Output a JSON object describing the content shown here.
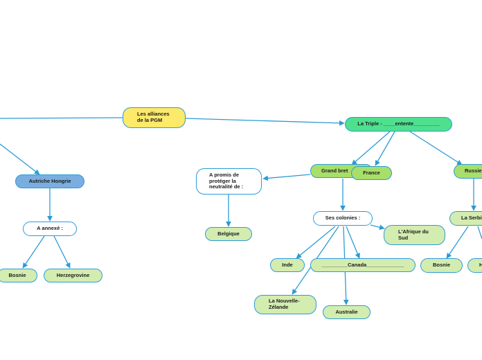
{
  "colors": {
    "edge": "#2b9bd6",
    "node_border": "#2b9bd6",
    "root_fill": "#fde96a",
    "triple_fill": "#4ee08f",
    "country_fill": "#a8de6a",
    "leaf_fill": "#d3ecb0",
    "austria_fill": "#7aaee0",
    "white_fill": "#ffffff"
  },
  "nodes": {
    "root": "Les alliances\nde la PGM",
    "triple": "La Triple - ____entente_________",
    "austria": "Autriche Hongrie",
    "annexe": "A annexé :",
    "bosnie_left": "Bosnie",
    "herzegovine": "Herzegrovine",
    "promis": "A promis de\nprotéger la\nneutralité de :",
    "belgique": "Belgique",
    "gb": "Grand bret",
    "france": "France",
    "russie": "Russie",
    "colonies": "Ses colonies :",
    "afrique": "L'Afrique du\nSud",
    "inde": "Inde",
    "canada": "_________Canada_____________",
    "nz": "La Nouvelle-\nZélande",
    "australie": "Australie",
    "serbie": "La Serbie",
    "bosnie_right": "Bosnie",
    "h_right": "H"
  }
}
